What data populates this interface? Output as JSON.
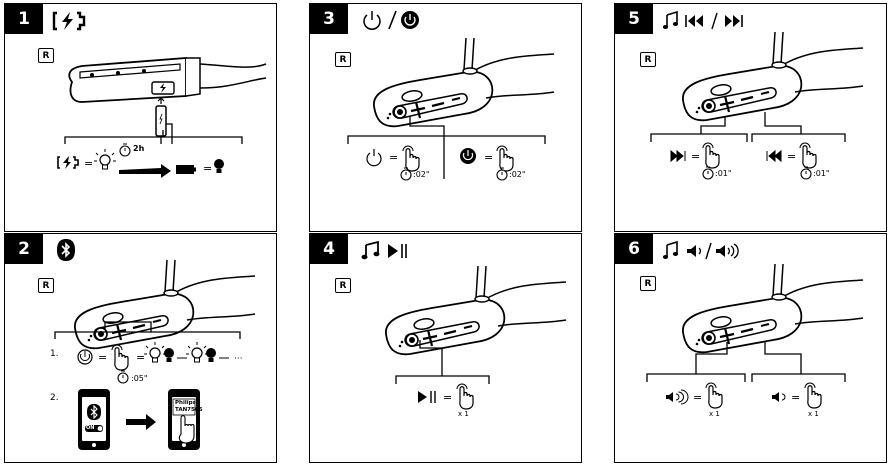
{
  "panels": [
    {
      "number": "1",
      "r": "R",
      "time": "2h"
    },
    {
      "number": "2",
      "r": "R",
      "step1": "1.",
      "step2": "2.",
      "time": ":05\"",
      "phone_on": "ON",
      "phone_text_1": "Philips",
      "phone_text_2": "TAN7506"
    },
    {
      "number": "3",
      "r": "R",
      "time_left": ":02\"",
      "time_right": ":02\""
    },
    {
      "number": "4",
      "r": "R",
      "count": "x 1"
    },
    {
      "number": "5",
      "r": "R",
      "time_left": ":01\"",
      "time_right": ":01\""
    },
    {
      "number": "6",
      "r": "R",
      "count_left": "x 1",
      "count_right": "x 1"
    }
  ]
}
